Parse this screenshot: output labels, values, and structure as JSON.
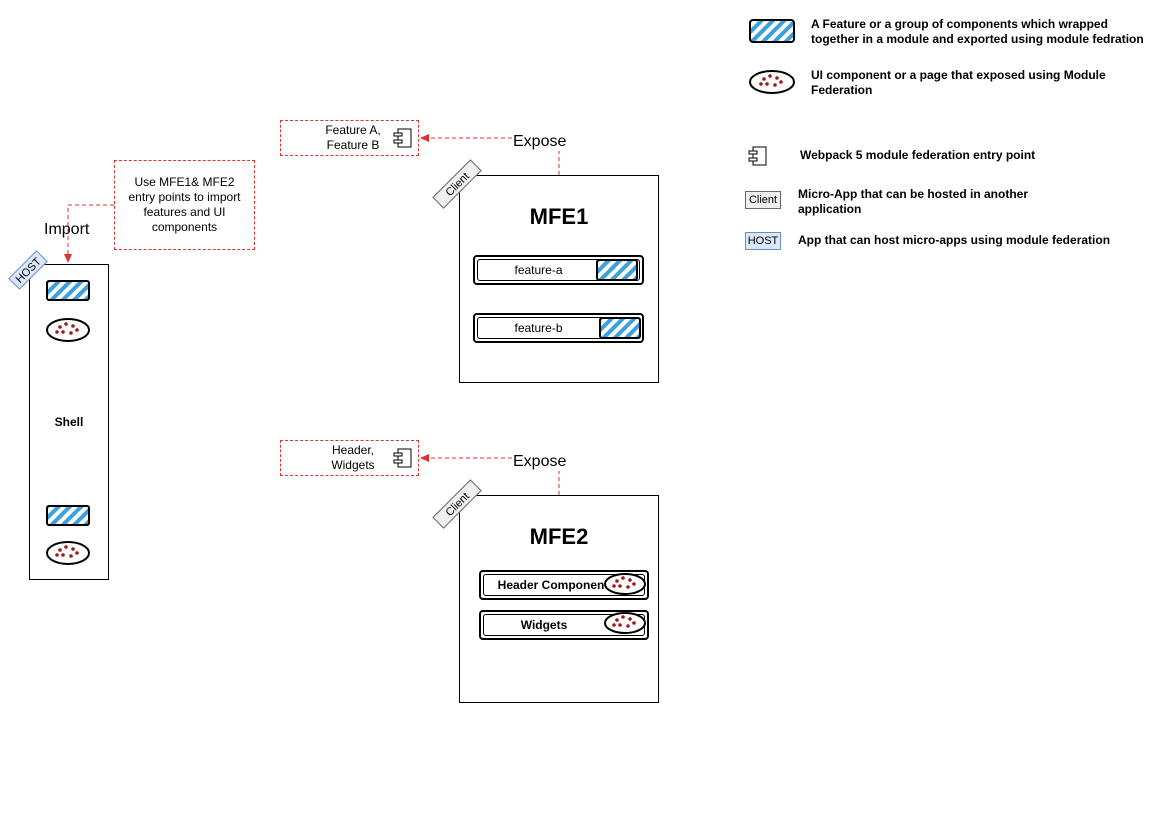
{
  "host": {
    "import_label": "Import",
    "tag": "HOST",
    "title": "Shell",
    "note": "Use MFE1& MFE2 entry points to import features and UI components"
  },
  "mfe1": {
    "expose_label": "Expose",
    "tag": "Client",
    "title": "MFE1",
    "items": [
      "feature-a",
      "feature-b"
    ],
    "exposed": "Feature A, Feature B"
  },
  "mfe2": {
    "expose_label": "Expose",
    "tag": "Client",
    "title": "MFE2",
    "items": [
      "Header Component",
      "Widgets"
    ],
    "exposed": "Header, Widgets"
  },
  "legend": {
    "feature_desc": "A Feature or a group of components which wrapped together in a module and exported using module fedration",
    "ui_desc": "UI component or a page that exposed using Module Federation",
    "entry_desc": "Webpack 5 module federation entry point",
    "client_tag": "Client",
    "client_desc": "Micro-App that can be hosted in another application",
    "host_tag": "HOST",
    "host_desc": "App that can host micro-apps using module federation"
  },
  "colors": {
    "dashed_arrow": "#e0312e",
    "feature_stripe": "#3aa0de",
    "ui_dot": "#a01818",
    "host_tag_bg": "#dbe8fb"
  }
}
